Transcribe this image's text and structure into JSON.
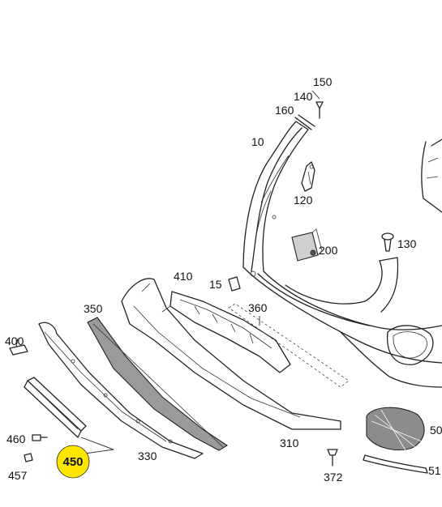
{
  "callouts": {
    "c10": "10",
    "c15": "15",
    "c120": "120",
    "c130": "130",
    "c140": "140",
    "c150": "150",
    "c160": "160",
    "c200": "200",
    "c310": "310",
    "c330": "330",
    "c350": "350",
    "c360": "360",
    "c372": "372",
    "c400": "400",
    "c410": "410",
    "c450": "450",
    "c457": "457",
    "c460": "460",
    "c50x": "50",
    "c51x": "51"
  },
  "colors": {
    "highlight": "#ffe600",
    "line": "#222222",
    "background": "#ffffff"
  }
}
